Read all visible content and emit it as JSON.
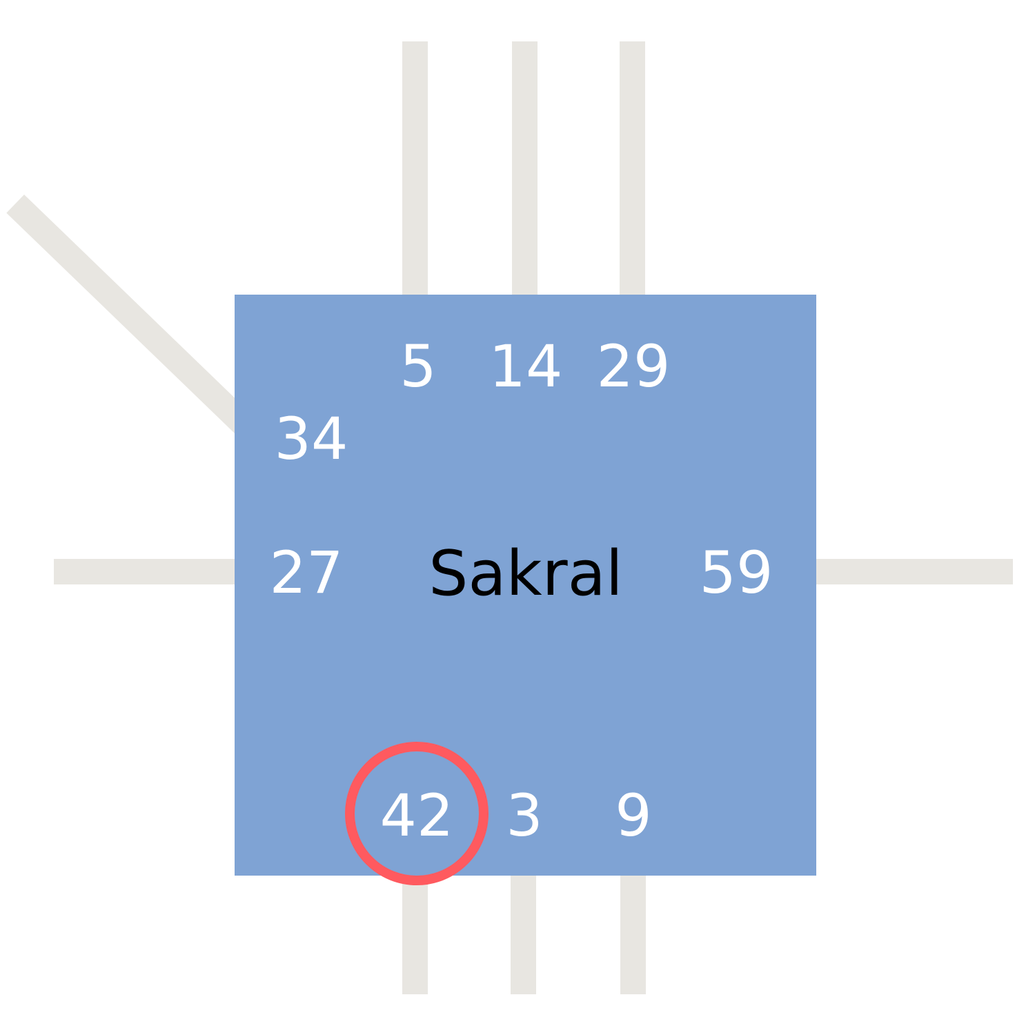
{
  "center": {
    "name": "Sakral",
    "color": "#7fa3d4",
    "text_color": "#000000"
  },
  "channel_color": "#e8e6e1",
  "highlight_color": "#ff5a5f",
  "gates": {
    "top": [
      "5",
      "14",
      "29"
    ],
    "left_upper": "34",
    "left": "27",
    "right": "59",
    "bottom": [
      "42",
      "3",
      "9"
    ]
  },
  "highlighted_gate": "42"
}
